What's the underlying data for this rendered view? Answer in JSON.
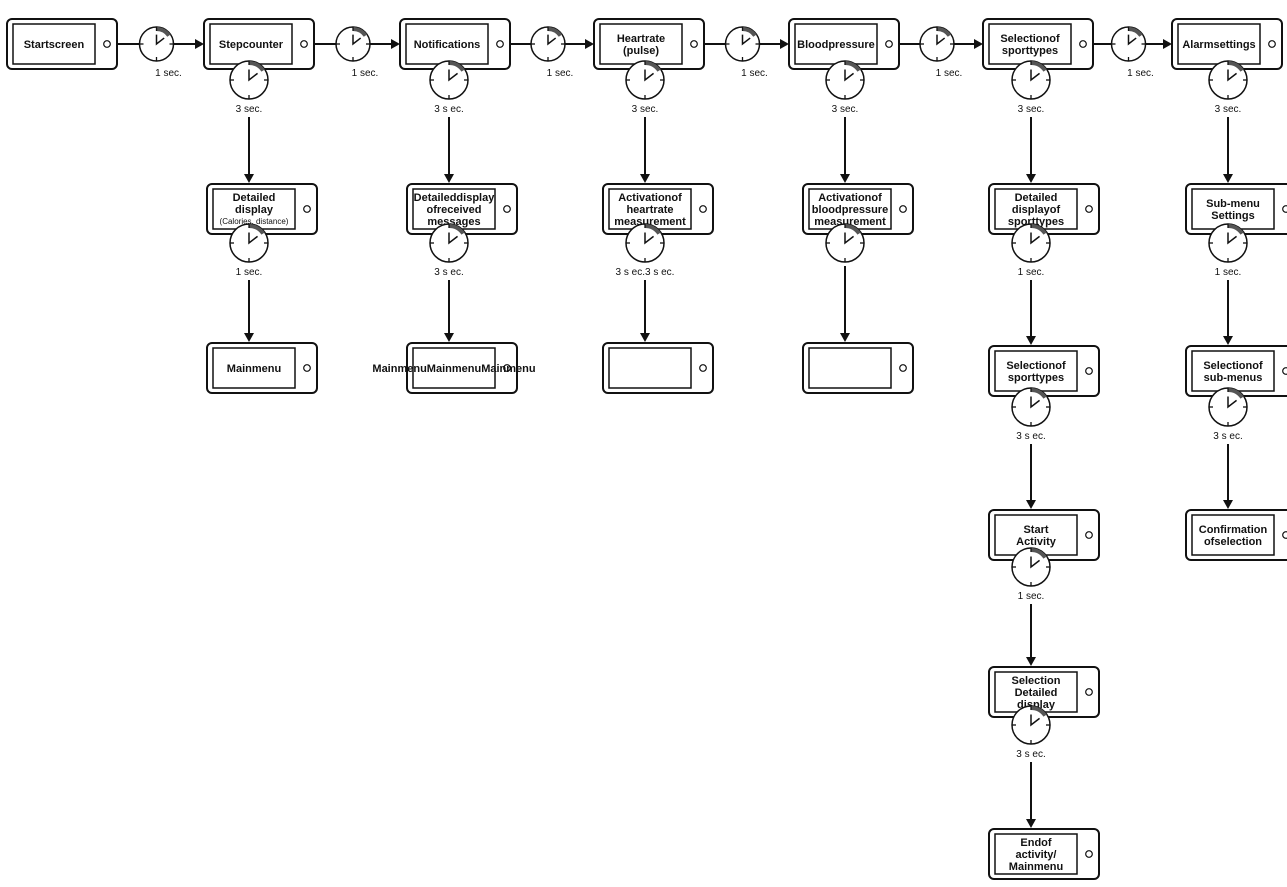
{
  "top_row": [
    {
      "id": "startscreen",
      "lines": [
        "Startscreen"
      ]
    },
    {
      "id": "stepcounter",
      "lines": [
        "Stepcounter"
      ]
    },
    {
      "id": "notifications",
      "lines": [
        "Notifications"
      ]
    },
    {
      "id": "heartrate",
      "lines": [
        "Heartrate",
        "(pulse)"
      ]
    },
    {
      "id": "bloodpressure",
      "lines": [
        "Bloodpressure"
      ]
    },
    {
      "id": "sporttypes",
      "lines": [
        "Selectionof",
        "sporttypes"
      ]
    },
    {
      "id": "alarmsettings",
      "lines": [
        "Alarmsettings"
      ]
    }
  ],
  "top_timers": [
    "1 sec.",
    "1 sec.",
    "1 sec.",
    "1 sec.",
    "1 sec.",
    "1 sec."
  ],
  "columns": [
    {
      "id": "stepcounter",
      "steps": [
        {
          "timer": "3 sec.",
          "screen": [
            "Detailed",
            "display"
          ],
          "small": "(Calories, distance)"
        },
        {
          "timer": "1 sec.",
          "screen": [
            "Mainmenu"
          ]
        }
      ]
    },
    {
      "id": "notifications",
      "steps": [
        {
          "timer": "3 s ec.",
          "screen": [
            "Detaileddisplay",
            "ofreceived",
            "messages"
          ]
        },
        {
          "timer": "3 s ec.",
          "screen": [
            "MainmenuMainmenuMainmenu"
          ]
        }
      ]
    },
    {
      "id": "heartrate",
      "steps": [
        {
          "timer": "3 sec.",
          "screen": [
            "Activationof",
            "heartrate",
            "measurement"
          ]
        },
        {
          "timer": "3 s ec.3 s ec.",
          "screen": []
        }
      ]
    },
    {
      "id": "bloodpressure",
      "steps": [
        {
          "timer": "3 sec.",
          "screen": [
            "Activationof",
            "bloodpressure",
            "measurement"
          ]
        },
        {
          "timer": "",
          "screen": []
        }
      ]
    },
    {
      "id": "sporttypes",
      "steps": [
        {
          "timer": "3 sec.",
          "screen": [
            "Detailed",
            "displayof",
            "sporttypes"
          ]
        },
        {
          "timer": "1 sec.",
          "screen": [
            "Selectionof",
            "sporttypes"
          ]
        },
        {
          "timer": "3 s ec.",
          "screen": [
            "Start",
            "Activity"
          ]
        },
        {
          "timer": "1 sec.",
          "screen": [
            "Selection",
            "Detailed",
            "display"
          ]
        },
        {
          "timer": "3 s ec.",
          "screen": [
            "Endof",
            "activity/",
            "Mainmenu"
          ]
        }
      ]
    },
    {
      "id": "alarmsettings",
      "steps": [
        {
          "timer": "3 sec.",
          "screen": [
            "Sub-menu",
            "Settings"
          ]
        },
        {
          "timer": "1 sec.",
          "screen": [
            "Selectionof",
            "sub-menus"
          ]
        },
        {
          "timer": "3 s ec.",
          "screen": [
            "Confirmation",
            "ofselection"
          ]
        }
      ]
    }
  ]
}
